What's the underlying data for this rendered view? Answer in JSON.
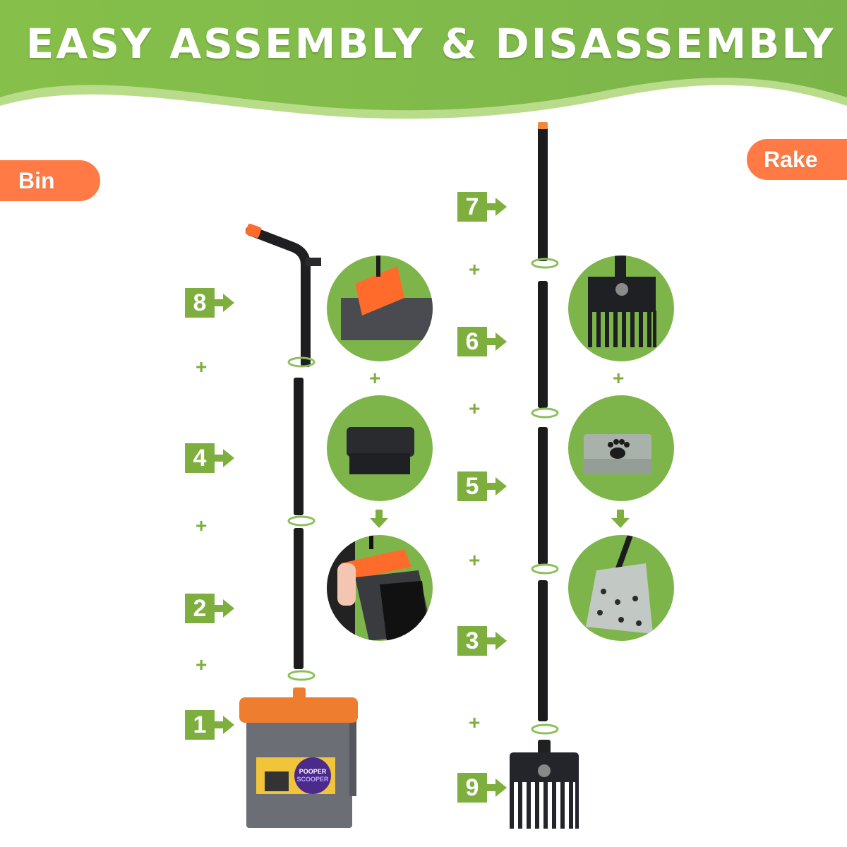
{
  "header": {
    "title": "EASY ASSEMBLY & DISASSEMBLY",
    "background_color": "#8bc34a"
  },
  "sections": {
    "bin": {
      "label": "Bin",
      "color": "#ff7a45"
    },
    "rake": {
      "label": "Rake",
      "color": "#ff7a45"
    }
  },
  "bin_steps": [
    {
      "number": "8",
      "part": "bin-handle-top"
    },
    {
      "number": "4",
      "part": "bin-pole-middle"
    },
    {
      "number": "2",
      "part": "bin-pole-lower"
    },
    {
      "number": "1",
      "part": "bin-container"
    }
  ],
  "rake_steps": [
    {
      "number": "7",
      "part": "rake-handle-top"
    },
    {
      "number": "6",
      "part": "rake-pole-upper"
    },
    {
      "number": "5",
      "part": "rake-pole-middle"
    },
    {
      "number": "3",
      "part": "rake-pole-lower"
    },
    {
      "number": "9",
      "part": "rake-head"
    }
  ],
  "bin_circles": [
    {
      "name": "bin-lid-closeup"
    },
    {
      "name": "black-bag-roll"
    },
    {
      "name": "bag-installation"
    }
  ],
  "rake_circles": [
    {
      "name": "rake-head-closeup"
    },
    {
      "name": "paw-bag-roll"
    },
    {
      "name": "paw-bag-on-rake"
    }
  ],
  "plus_symbol": "+",
  "bin_label": {
    "line1": "POOPER",
    "line2": "SCOOPER"
  },
  "colors": {
    "accent_green": "#7dae3e",
    "circle_green": "#7db54a",
    "orange": "#ff7a45",
    "bin_lid": "#ee7d2f",
    "bin_body": "#6b6e74",
    "pole": "#1c1c1f"
  }
}
